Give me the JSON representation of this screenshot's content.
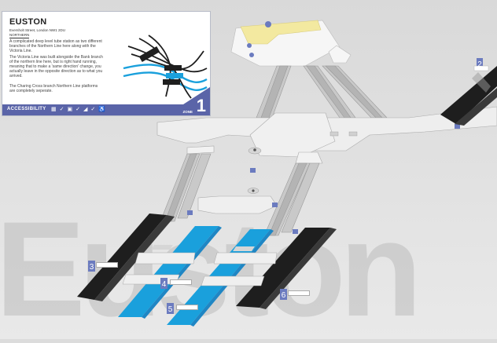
{
  "station": {
    "name": "EUSTON",
    "address": "Eversholt Street, London NW1 2DU",
    "line": "NORTHERN",
    "description": [
      "A complicated deep level tube station as two different branches of the Northern Line here along with the Victoria Line.",
      "The Victoria Line was built alongside the Bank branch of the northern line here, but is right hand running, meaning that to make a 'same direction' change, you actually leave in the opposite direction as to what you arrived.",
      "The Charing Cross branch Northern Line platforms are completely seperate."
    ]
  },
  "footer": {
    "accessibility_label": "ACCESSIBILITY",
    "icons": [
      "stairs-icon",
      "check-icon",
      "lift-icon",
      "check-icon",
      "escalator-icon",
      "check-icon",
      "wheelchair-icon"
    ],
    "zone_label": "ZONE",
    "zone_number": "1"
  },
  "map": {
    "watermark": "Euston",
    "platform_badges": [
      "2",
      "3",
      "4",
      "5",
      "6"
    ],
    "colors": {
      "victoria": "#1aa0dc",
      "northern": "#1e1e1e",
      "panel_accent": "#5a64a8",
      "ticket_hall_highlight": "#f3e9a0"
    }
  }
}
